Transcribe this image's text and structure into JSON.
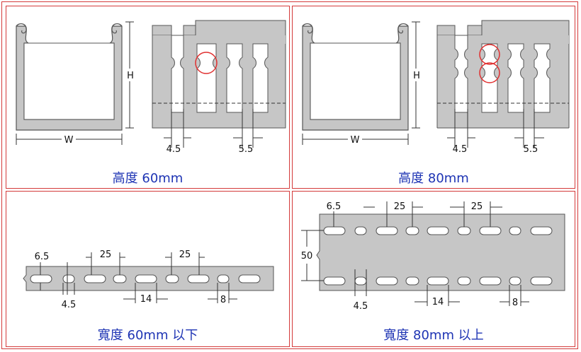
{
  "panels": [
    {
      "caption": "高度 60mm",
      "labels": {
        "height": "H",
        "width": "W",
        "finger": "4.5",
        "gap": "5.5"
      }
    },
    {
      "caption": "高度 80mm",
      "labels": {
        "height": "H",
        "width": "W",
        "finger": "4.5",
        "gap": "5.5"
      }
    },
    {
      "caption": "寬度 60mm 以下",
      "labels": {
        "edge": "6.5",
        "pitch1": "25",
        "pitch2": "25",
        "hole": "4.5",
        "slot": "14",
        "tab": "8"
      }
    },
    {
      "caption": "寬度 80mm 以上",
      "labels": {
        "edge": "6.5",
        "pitch1": "25",
        "pitch2": "25",
        "row_gap": "50",
        "hole": "4.5",
        "slot": "14",
        "tab": "8"
      }
    }
  ],
  "colors": {
    "border": "#d43a3a",
    "caption": "#1e34b4",
    "fill": "#c6c6c6",
    "outline": "#555555",
    "highlight": "#e03030"
  }
}
